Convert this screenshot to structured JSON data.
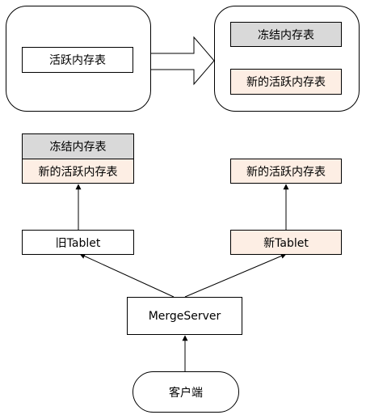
{
  "top_left": {
    "active_memtable": "活跃内存表"
  },
  "top_right": {
    "frozen_memtable": "冻结内存表",
    "new_active_memtable": "新的活跃内存表"
  },
  "old_tablet_stack": {
    "frozen_memtable": "冻结内存表",
    "new_active_memtable": "新的活跃内存表",
    "tablet": "旧Tablet"
  },
  "new_tablet_stack": {
    "new_active_memtable": "新的活跃内存表",
    "tablet": "新Tablet"
  },
  "merge_server": "MergeServer",
  "client": "客户端",
  "colors": {
    "gray_fill": "#d9d9d9",
    "peach_fill": "#fdeee4",
    "stroke": "#000000"
  }
}
